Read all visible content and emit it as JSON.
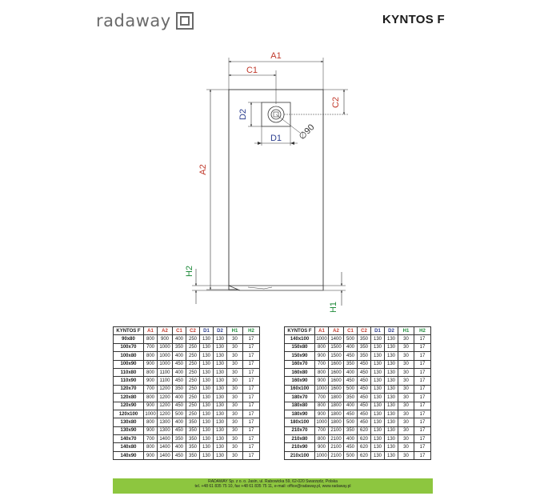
{
  "header": {
    "brand": "radaway",
    "title": "KYNTOS F"
  },
  "drawing": {
    "labels": {
      "a1": "A1",
      "a2": "A2",
      "c1": "C1",
      "c2": "C2",
      "d1": "D1",
      "d2": "D2",
      "drain": "∅90",
      "h1": "H1",
      "h2": "H2"
    },
    "colors": {
      "red": "#c0392b",
      "blue": "#2c3e8f",
      "green": "#1e8a3a"
    }
  },
  "table": {
    "headers": [
      "KYNTOS F",
      "A1",
      "A2",
      "C1",
      "C2",
      "D1",
      "D2",
      "H1",
      "H2"
    ],
    "left_rows": [
      [
        "90x80",
        "800",
        "900",
        "400",
        "250",
        "130",
        "130",
        "30",
        "17"
      ],
      [
        "100x70",
        "700",
        "1000",
        "350",
        "250",
        "130",
        "130",
        "30",
        "17"
      ],
      [
        "100x80",
        "800",
        "1000",
        "400",
        "250",
        "130",
        "130",
        "30",
        "17"
      ],
      [
        "100x90",
        "900",
        "1000",
        "450",
        "250",
        "130",
        "130",
        "30",
        "17"
      ],
      [
        "110x80",
        "800",
        "1100",
        "400",
        "250",
        "130",
        "130",
        "30",
        "17"
      ],
      [
        "110x90",
        "900",
        "1100",
        "450",
        "250",
        "130",
        "130",
        "30",
        "17"
      ],
      [
        "120x70",
        "700",
        "1200",
        "350",
        "250",
        "130",
        "130",
        "30",
        "17"
      ],
      [
        "120x80",
        "800",
        "1200",
        "400",
        "250",
        "130",
        "130",
        "30",
        "17"
      ],
      [
        "120x90",
        "900",
        "1200",
        "450",
        "250",
        "130",
        "130",
        "30",
        "17"
      ],
      [
        "120x100",
        "1000",
        "1200",
        "500",
        "250",
        "130",
        "130",
        "30",
        "17"
      ],
      [
        "130x80",
        "800",
        "1300",
        "400",
        "350",
        "130",
        "130",
        "30",
        "17"
      ],
      [
        "130x90",
        "900",
        "1300",
        "450",
        "350",
        "130",
        "130",
        "30",
        "17"
      ],
      [
        "140x70",
        "700",
        "1400",
        "350",
        "350",
        "130",
        "130",
        "30",
        "17"
      ],
      [
        "140x80",
        "800",
        "1400",
        "400",
        "350",
        "130",
        "130",
        "30",
        "17"
      ],
      [
        "140x90",
        "900",
        "1400",
        "450",
        "350",
        "130",
        "130",
        "30",
        "17"
      ]
    ],
    "right_rows": [
      [
        "140x100",
        "1000",
        "1400",
        "500",
        "350",
        "130",
        "130",
        "30",
        "17"
      ],
      [
        "150x80",
        "800",
        "1500",
        "400",
        "350",
        "130",
        "130",
        "30",
        "17"
      ],
      [
        "150x90",
        "900",
        "1500",
        "450",
        "350",
        "130",
        "130",
        "30",
        "17"
      ],
      [
        "160x70",
        "700",
        "1600",
        "350",
        "450",
        "130",
        "130",
        "30",
        "17"
      ],
      [
        "160x80",
        "800",
        "1600",
        "400",
        "450",
        "130",
        "130",
        "30",
        "17"
      ],
      [
        "160x90",
        "900",
        "1600",
        "450",
        "450",
        "130",
        "130",
        "30",
        "17"
      ],
      [
        "160x100",
        "1000",
        "1600",
        "500",
        "450",
        "130",
        "130",
        "30",
        "17"
      ],
      [
        "180x70",
        "700",
        "1800",
        "350",
        "450",
        "130",
        "130",
        "30",
        "17"
      ],
      [
        "180x80",
        "800",
        "1800",
        "400",
        "450",
        "130",
        "130",
        "30",
        "17"
      ],
      [
        "180x90",
        "900",
        "1800",
        "450",
        "450",
        "130",
        "130",
        "30",
        "17"
      ],
      [
        "180x100",
        "1000",
        "1800",
        "500",
        "450",
        "130",
        "130",
        "30",
        "17"
      ],
      [
        "210x70",
        "700",
        "2100",
        "350",
        "620",
        "130",
        "130",
        "30",
        "17"
      ],
      [
        "210x80",
        "800",
        "2100",
        "400",
        "620",
        "130",
        "130",
        "30",
        "17"
      ],
      [
        "210x90",
        "900",
        "2100",
        "450",
        "620",
        "130",
        "130",
        "30",
        "17"
      ],
      [
        "210x100",
        "1000",
        "2100",
        "500",
        "620",
        "130",
        "130",
        "30",
        "17"
      ]
    ]
  },
  "footer": {
    "line1": "RADAWAY Sp. z o. o. Jasin, ul. Rabowicka 59, 62-020 Swarzędz, Polska",
    "line2": "tel. +48 61 835 75 10, fax +48 61 835 75 11, e-mail: office@radaway.pl, www.radaway.pl"
  }
}
